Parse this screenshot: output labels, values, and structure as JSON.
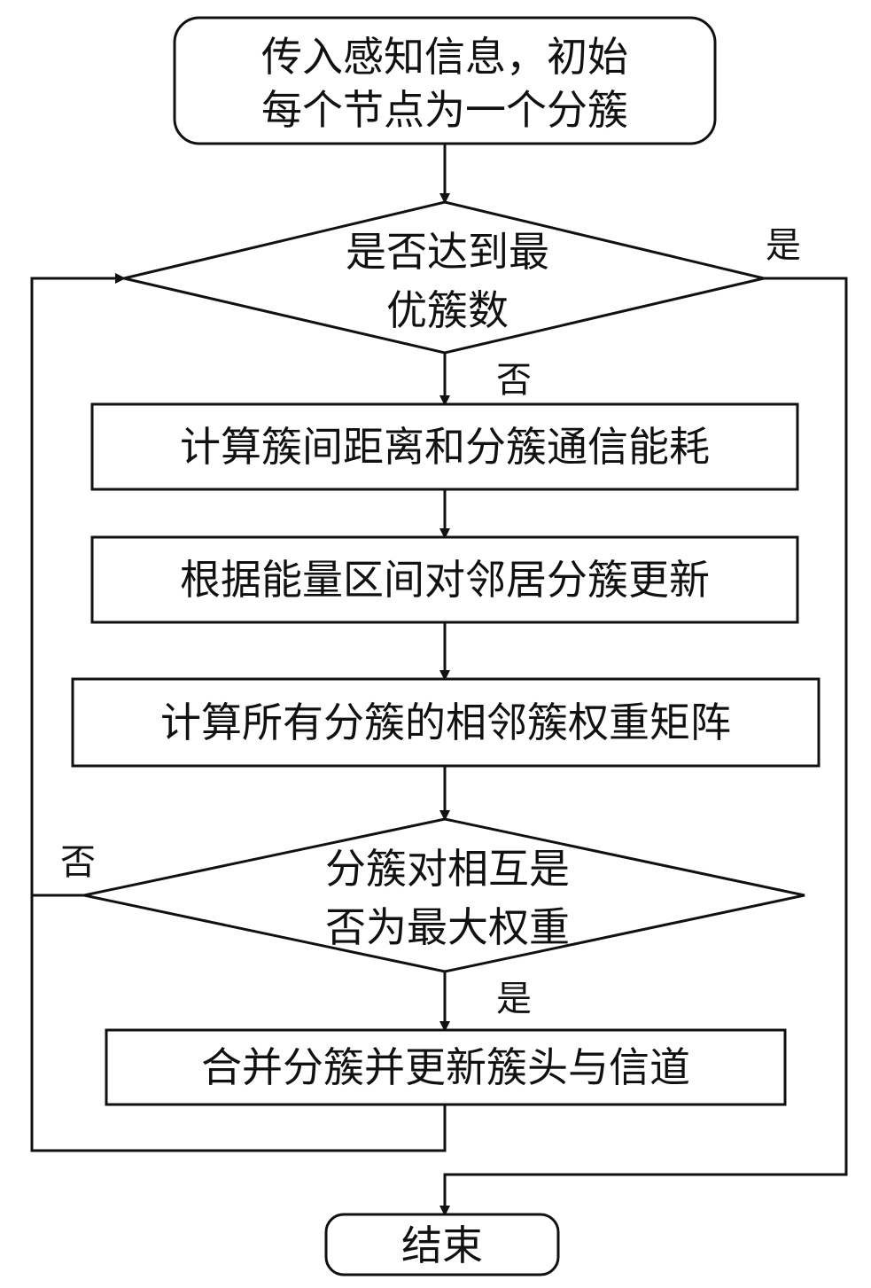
{
  "nodes": {
    "start": {
      "line1": "传入感知信息，初始",
      "line2": "每个节点为一个分簇"
    },
    "decision_optimal": {
      "line1": "是否达到最",
      "line2": "优簇数"
    },
    "step_compute_distance": {
      "text": "计算簇间距离和分簇通信能耗"
    },
    "step_update_neighbors": {
      "text": "根据能量区间对邻居分簇更新"
    },
    "step_weight_matrix": {
      "text": "计算所有分簇的相邻簇权重矩阵"
    },
    "decision_max_weight": {
      "line1": "分簇对相互是",
      "line2": "否为最大权重"
    },
    "step_merge": {
      "text": "合并分簇并更新簇头与信道"
    },
    "end": {
      "text": "结束"
    }
  },
  "edge_labels": {
    "optimal_yes": "是",
    "optimal_no": "否",
    "max_weight_no": "否",
    "max_weight_yes": "是"
  },
  "colors": {
    "stroke": "#111111",
    "fill": "#ffffff",
    "text": "#111111"
  }
}
